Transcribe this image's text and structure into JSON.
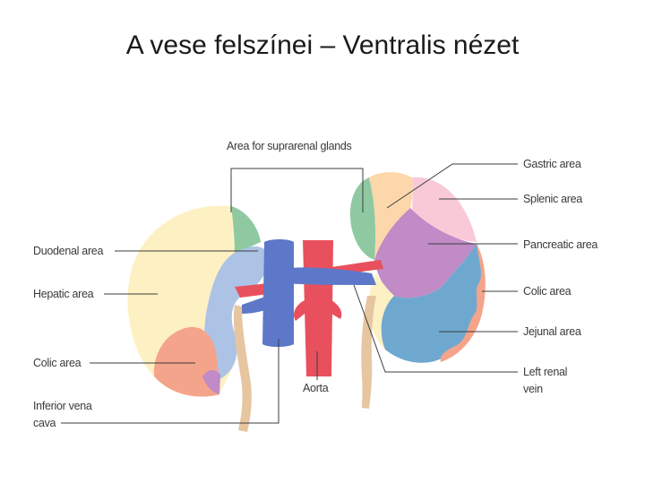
{
  "title": "A vese felszínei – Ventralis nézet",
  "labels": {
    "suprarenal": "Area for suprarenal glands",
    "duodenal": "Duodenal area",
    "hepatic": "Hepatic area",
    "colic_left": "Colic area",
    "ivc_line1": "Inferior vena",
    "ivc_line2": "cava",
    "aorta": "Aorta",
    "gastric": "Gastric area",
    "splenic": "Splenic area",
    "pancreatic": "Pancreatic area",
    "colic_right": "Colic area",
    "jejunal": "Jejunal area",
    "lrv_line1": "Left renal",
    "lrv_line2": "vein"
  },
  "colors": {
    "hepatic": "#fdf1c4",
    "suprarenal": "#8fc9a2",
    "duodenal": "#adc3e6",
    "colic": "#f4a48a",
    "gastric": "#fcd7ac",
    "splenic": "#f9c9d8",
    "pancreatic": "#c08bc6",
    "jejunal": "#6fa8cf",
    "vein": "#5d78c9",
    "artery": "#e8505e",
    "ureter": "#e6c6a0"
  }
}
